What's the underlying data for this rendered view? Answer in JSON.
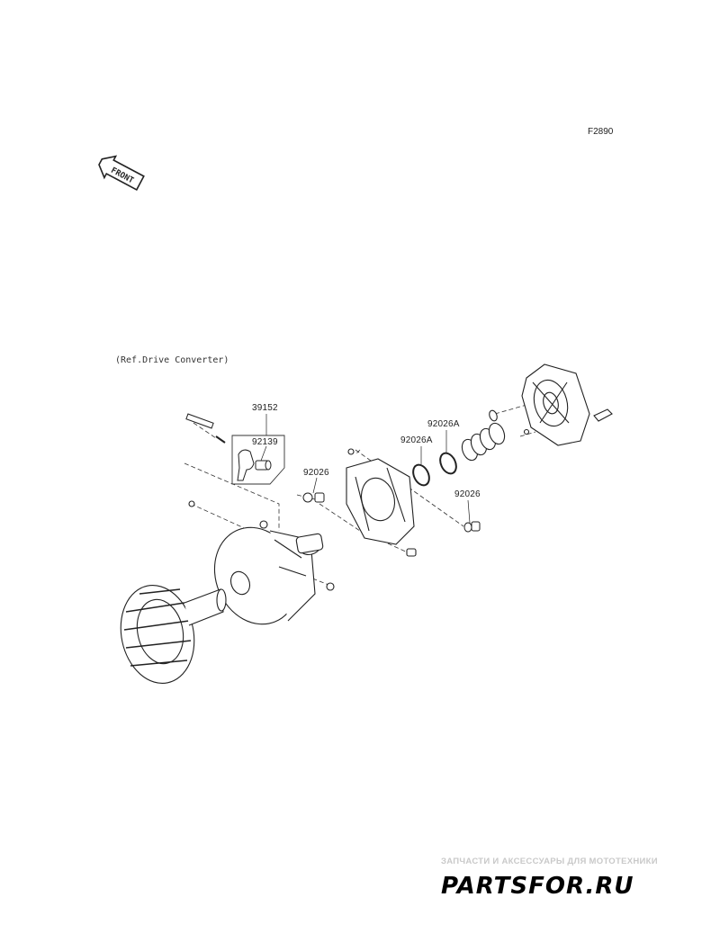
{
  "figure_code": "F2890",
  "front_label": "FRONT",
  "reference_note": "(Ref.Drive Converter)",
  "parts": {
    "p39152": "39152",
    "p92139": "92139",
    "p92026_left": "92026",
    "p92026A_1": "92026A",
    "p92026A_2": "92026A",
    "p92026_right": "92026"
  },
  "watermark": {
    "tagline": "ЗАПЧАСТИ И АКСЕССУАРЫ ДЛЯ МОТОТЕХНИКИ",
    "brand": "PARTSFOR.RU"
  }
}
